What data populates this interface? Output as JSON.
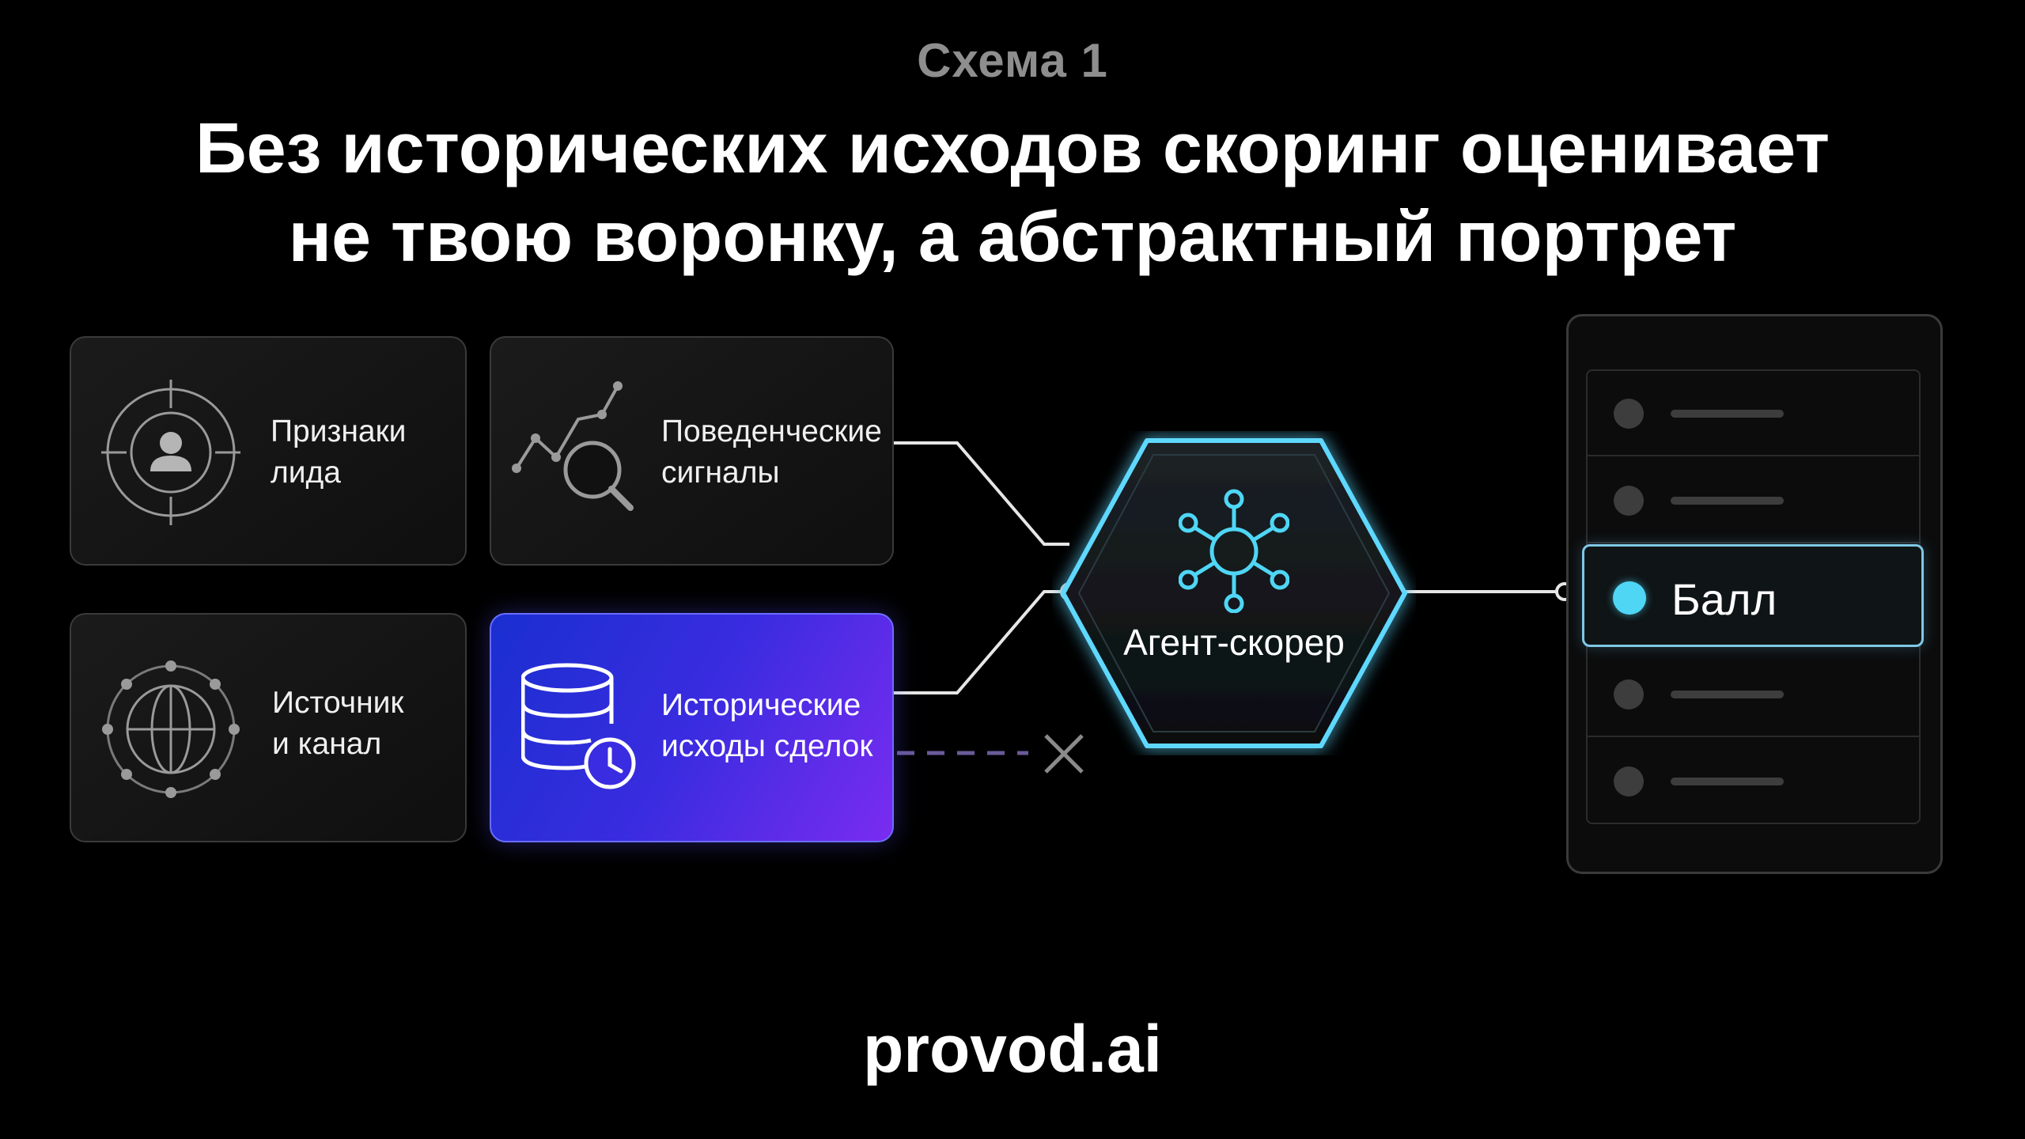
{
  "header": {
    "overline": "Схема 1",
    "title_line1": "Без исторических исходов скоринг оценивает",
    "title_line2": "не твою воронку, а абстрактный портрет"
  },
  "inputs": [
    {
      "id": "lead",
      "line1": "Признаки",
      "line2": "лида",
      "icon": "lead-target-icon"
    },
    {
      "id": "behavior",
      "line1": "Поведенческие",
      "line2": "сигналы",
      "icon": "analytics-search-icon"
    },
    {
      "id": "source",
      "line1": "Источник",
      "line2": "и канал",
      "icon": "globe-network-icon"
    },
    {
      "id": "history",
      "line1": "Исторические",
      "line2": "исходы сделок",
      "icon": "database-clock-icon",
      "highlighted": true,
      "connected": false
    }
  ],
  "agent": {
    "label": "Агент-скорер",
    "icon": "network-hub-icon"
  },
  "output": {
    "score_label": "Балл",
    "rows": 5,
    "active_row": 3
  },
  "footer": {
    "brand": "provod.ai"
  },
  "colors": {
    "background": "#000000",
    "accent_cyan": "#4fd6f5",
    "highlight_gradient_start": "#1a2fd0",
    "highlight_gradient_end": "#7a2cf0",
    "muted_text": "#8e8e8e"
  }
}
